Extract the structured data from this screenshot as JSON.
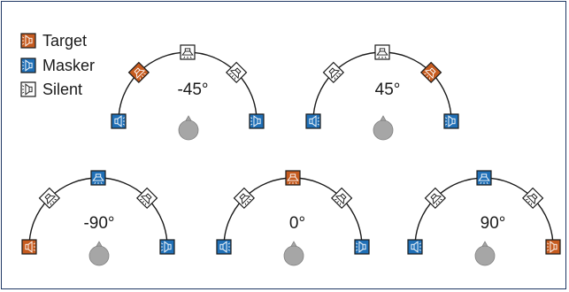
{
  "colors": {
    "target": "#c65b1f",
    "masker": "#1f6fb6",
    "silent": "#ffffff",
    "stroke": "#1a1a1a",
    "arc": "#1a1a1a",
    "listener": "#a6a6a6",
    "frame": "#1f3864"
  },
  "legend": {
    "target_label": "Target",
    "masker_label": "Masker",
    "silent_label": "Silent"
  },
  "icons": {
    "speaker": "speaker-icon",
    "listener": "listener-head-icon"
  },
  "panels": [
    {
      "angle_label": "-45°",
      "speakers": [
        {
          "position": "-90°",
          "role": "masker"
        },
        {
          "position": "-45°",
          "role": "target"
        },
        {
          "position": "0°",
          "role": "silent"
        },
        {
          "position": "45°",
          "role": "silent"
        },
        {
          "position": "90°",
          "role": "masker"
        }
      ]
    },
    {
      "angle_label": "45°",
      "speakers": [
        {
          "position": "-90°",
          "role": "masker"
        },
        {
          "position": "-45°",
          "role": "silent"
        },
        {
          "position": "0°",
          "role": "silent"
        },
        {
          "position": "45°",
          "role": "target"
        },
        {
          "position": "90°",
          "role": "masker"
        }
      ]
    },
    {
      "angle_label": "-90°",
      "speakers": [
        {
          "position": "-90°",
          "role": "target"
        },
        {
          "position": "-45°",
          "role": "silent"
        },
        {
          "position": "0°",
          "role": "masker"
        },
        {
          "position": "45°",
          "role": "silent"
        },
        {
          "position": "90°",
          "role": "masker"
        }
      ]
    },
    {
      "angle_label": "0°",
      "speakers": [
        {
          "position": "-90°",
          "role": "masker"
        },
        {
          "position": "-45°",
          "role": "silent"
        },
        {
          "position": "0°",
          "role": "target"
        },
        {
          "position": "45°",
          "role": "silent"
        },
        {
          "position": "90°",
          "role": "masker"
        }
      ]
    },
    {
      "angle_label": "90°",
      "speakers": [
        {
          "position": "-90°",
          "role": "masker"
        },
        {
          "position": "-45°",
          "role": "silent"
        },
        {
          "position": "0°",
          "role": "masker"
        },
        {
          "position": "45°",
          "role": "silent"
        },
        {
          "position": "90°",
          "role": "target"
        }
      ]
    }
  ]
}
